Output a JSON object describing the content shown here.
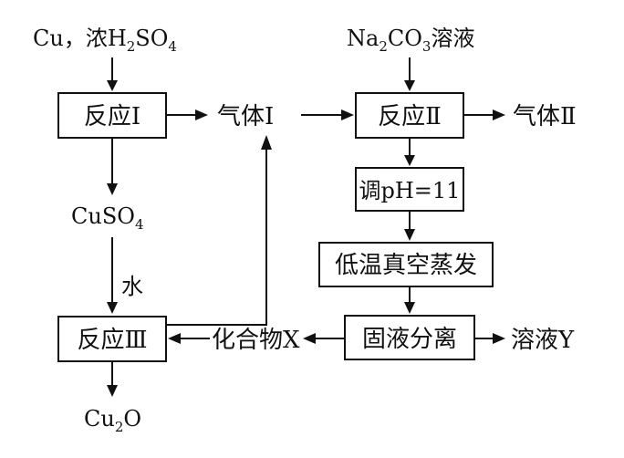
{
  "nodes": {
    "cu_h2so4_prefix": "Cu，浓H",
    "cu_h2so4_sub1": "2",
    "cu_h2so4_mid": "SO",
    "cu_h2so4_sub2": "4",
    "na2co3_prefix": "Na",
    "na2co3_sub1": "2",
    "na2co3_mid": "CO",
    "na2co3_sub2": "3",
    "na2co3_suffix": "溶液",
    "reaction1": "反应Ⅰ",
    "gas1": "气体Ⅰ",
    "reaction2": "反应Ⅱ",
    "gas2": "气体Ⅱ",
    "cuso4_prefix": "CuSO",
    "cuso4_sub": "4",
    "adjust_ph": "调pH=11",
    "vacuum_evap": "低温真空蒸发",
    "water": "水",
    "reaction3": "反应Ⅲ",
    "compound_x": "化合物X",
    "solid_liquid_sep": "固液分离",
    "solution_y": "溶液Y",
    "cu2o_prefix": "Cu",
    "cu2o_sub": "2",
    "cu2o_suffix": "O"
  }
}
